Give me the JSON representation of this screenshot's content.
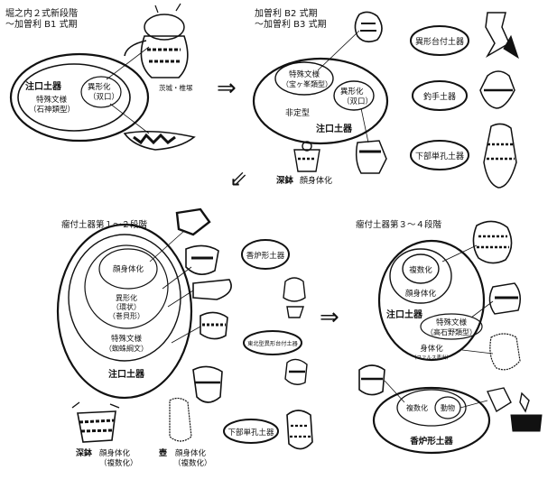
{
  "colors": {
    "ink": "#111111",
    "background": "#ffffff"
  },
  "panel_tl": {
    "title_line1": "堀之内２式新段階",
    "title_line2": "〜加曽利 B1 式期",
    "outer_label": "注口土器",
    "inner_label_line1": "特殊文様",
    "inner_label_line2": "（石神類型）",
    "small_label_line1": "異形化",
    "small_label_line2": "（双口）",
    "pot_caption": "茨城・椎塚"
  },
  "panel_tr": {
    "title_line1": "加曽利 B2 式期",
    "title_line2": "〜加曽利 B3 式期",
    "special_line1": "特殊文様",
    "special_line2": "（宝ヶ峯類型）",
    "small_line1": "異形化",
    "small_line2": "（双口）",
    "nonfixed": "非定型",
    "outer_label": "注口土器",
    "bottom_label1": "深鉢",
    "bottom_label2": "顔身体化",
    "box1": "異形台付土器",
    "box2": "釣手土器",
    "box3": "下部単孔土器"
  },
  "panel_bl": {
    "title": "瘤付土器第１〜２段階",
    "face_body": "顔身体化",
    "variant_line1": "異形化",
    "variant_line2": "（環状）",
    "variant_line3": "（巻貝形）",
    "special_line1": "特殊文様",
    "special_line2": "（蜘蛛綱文）",
    "outer_label": "注口土器",
    "box1": "香炉形土器",
    "box2": "東北型異形台付土器",
    "box3": "下部単孔土器",
    "bottom_a1": "深鉢",
    "bottom_a2": "顔身体化",
    "bottom_a3": "（複数化）",
    "bottom_b1": "壺",
    "bottom_b2": "顔身体化",
    "bottom_b3": "（複数化）"
  },
  "panel_br": {
    "title": "瘤付土器第３〜４段階",
    "inner_most": "複数化",
    "face_body": "顔身体化",
    "outer_label": "注口土器",
    "special_line1": "特殊文様",
    "special_line2": "（高石野類型）",
    "body_line1": "身体化",
    "body_line2": "（ファルス表出）",
    "sub1": "複数化",
    "sub2": "動物",
    "incense": "香炉形土器"
  },
  "arrows": {
    "right_top": "⇒",
    "down_left": "⇙",
    "right_bottom": "⇒"
  }
}
